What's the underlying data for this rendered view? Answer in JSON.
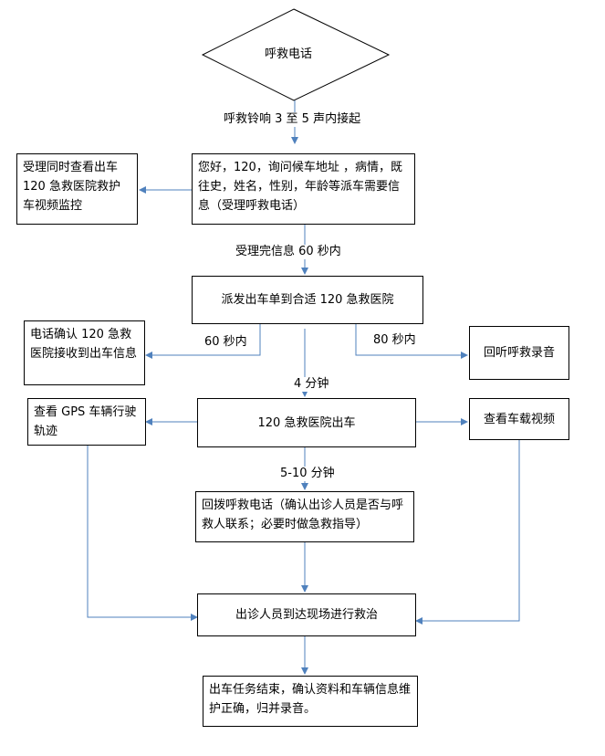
{
  "nodes": {
    "call": "呼救电话",
    "accept": "您好，120，询问候车地址 ，病情，既往史，姓名，性别，年龄等派车需要信息（受理呼救电话）",
    "monitor": "受理同时查看出车 120 急救医院救护车视频监控",
    "dispatch": "派发出车单到合适 120 急救医院",
    "confirm": "电话确认 120 急救医院接收到出车信息",
    "replay": "回听呼救录音",
    "depart": "120 急救医院出车",
    "gps": "查看 GPS 车辆行驶轨迹",
    "video": "查看车载视频",
    "callback": "回拨呼救电话（确认出诊人员是否与呼救人联系；必要时做急救指导）",
    "arrive": "出诊人员到达现场进行救治",
    "finish": "出车任务结束，确认资料和车辆信息维护正确，归并录音。"
  },
  "edge_labels": {
    "ring": "呼救铃响 3 至 5 声内接起",
    "info60": "受理完信息 60 秒内",
    "left60": "60 秒内",
    "right80": "80 秒内",
    "min4": "4 分钟",
    "min510": "5-10 分钟"
  },
  "colors": {
    "connector": "#4f81bd",
    "border": "#000000"
  }
}
